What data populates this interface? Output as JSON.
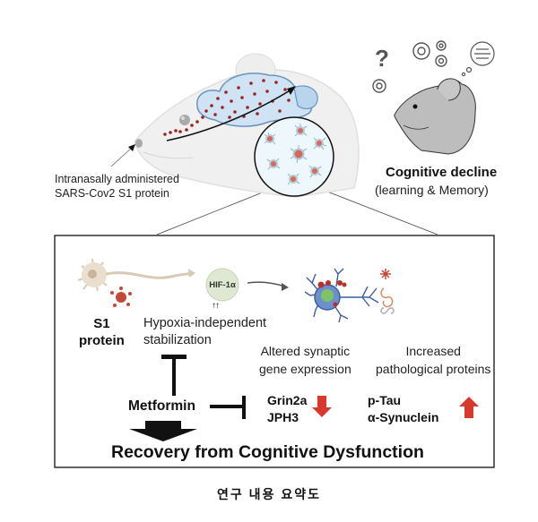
{
  "top_panel": {
    "administration_label_line1": "Intranasally administered",
    "administration_label_line2": "SARS-Cov2  S1 protein",
    "outcome_title": "Cognitive decline",
    "outcome_subtitle": "(learning & Memory)",
    "thought_symbol": "?"
  },
  "mechanism_box": {
    "s1_label_line1": "S1",
    "s1_label_line2": "protein",
    "hif_label": "HIF-1α",
    "hif_increase_marker": "↑↑",
    "hypoxia_line1": "Hypoxia-independent",
    "hypoxia_line2": "stabilization",
    "synaptic_line1": "Altered synaptic",
    "synaptic_line2": "gene expression",
    "pathology_line1": "Increased",
    "pathology_line2": "pathological proteins",
    "drug_label": "Metformin",
    "genes": [
      "Grin2a",
      "JPH3"
    ],
    "gene_direction": "down",
    "proteins": [
      "p-Tau",
      "α-Synuclein"
    ],
    "protein_direction": "up",
    "result_label": "Recovery from Cognitive Dysfunction"
  },
  "caption": "연구 내용 요약도",
  "colors": {
    "brain_fill": "#cfe3f5",
    "brain_stroke": "#6a93bd",
    "particle": "#9a2222",
    "arrow_red": "#d63a2e",
    "hif_fill": "#dfe8d2",
    "mouse_gray": "#bdbdbd",
    "neuron_beige": "#eadfcf"
  }
}
